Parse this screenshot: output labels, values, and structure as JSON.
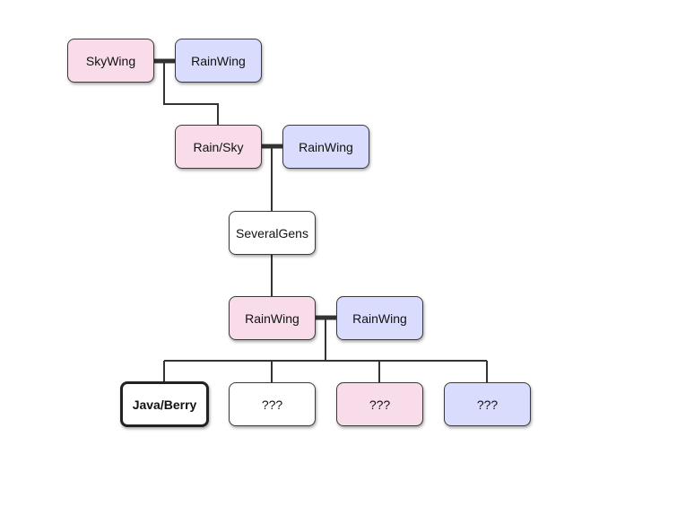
{
  "tree": {
    "gen1": {
      "left": {
        "label": "SkyWing",
        "color": "pink"
      },
      "right": {
        "label": "RainWing",
        "color": "blue"
      }
    },
    "gen2": {
      "left": {
        "label": "Rain/Sky",
        "color": "pink"
      },
      "right": {
        "label": "RainWing",
        "color": "blue"
      }
    },
    "gap": {
      "label": "SeveralGens",
      "color": "white"
    },
    "gen3": {
      "left": {
        "label": "RainWing",
        "color": "pink"
      },
      "right": {
        "label": "RainWing",
        "color": "blue"
      }
    },
    "children": [
      {
        "label": "Java/Berry",
        "color": "white",
        "highlight": true
      },
      {
        "label": "???",
        "color": "white"
      },
      {
        "label": "???",
        "color": "pink"
      },
      {
        "label": "???",
        "color": "blue"
      }
    ]
  },
  "colors": {
    "pink": "#f8dcea",
    "blue": "#d9dcfc",
    "line": "#333333",
    "couple_bar": "#333333"
  }
}
